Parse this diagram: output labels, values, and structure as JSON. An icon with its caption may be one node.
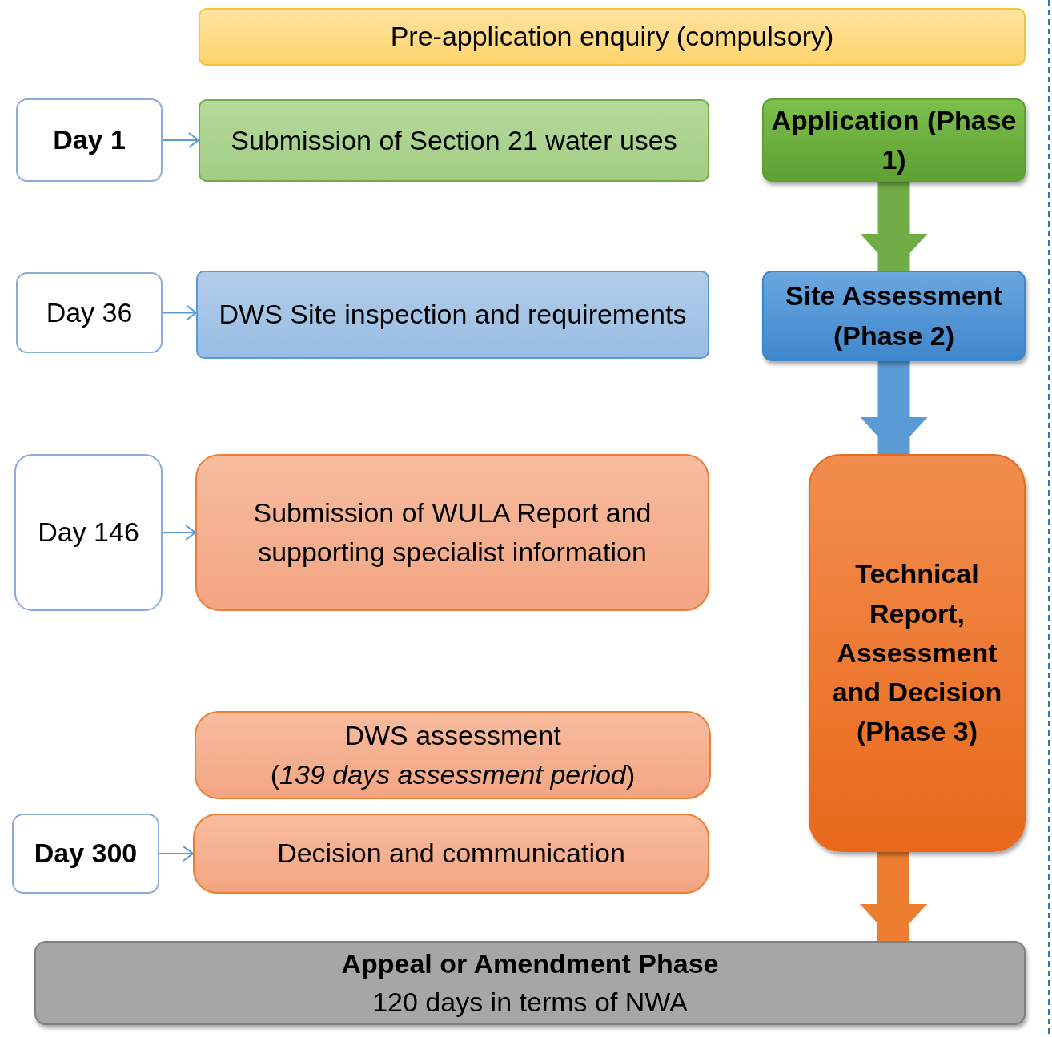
{
  "diagram": {
    "nodes": [
      {
        "text": [
          "Pre-application enquiry (compulsory)"
        ]
      },
      {
        "text": [
          "Day 1"
        ]
      },
      {
        "text": [
          "Submission of Section 21 water uses"
        ]
      },
      {
        "text": [
          "Application (Phase 1)"
        ]
      },
      {
        "text": [
          "Day 36"
        ]
      },
      {
        "text": [
          "DWS Site inspection and requirements"
        ]
      },
      {
        "text": [
          "Site Assessment (Phase 2)"
        ]
      },
      {
        "text": [
          "Day 146"
        ]
      },
      {
        "text": [
          "Submission of WULA Report and supporting specialist information"
        ]
      },
      {
        "text": [
          "Technical Report, Assessment and Decision (Phase 3)"
        ]
      },
      {
        "text": [
          "DWS assessment",
          "(*139 days assessment period*)"
        ]
      },
      {
        "text": [
          "Day 300"
        ]
      },
      {
        "text": [
          "Decision and communication"
        ]
      },
      {
        "text": [
          "Appeal or Amendment Phase",
          "120 days in terms of NWA"
        ]
      }
    ],
    "edges": [
      {
        "from": 1,
        "to": 2,
        "arrow": "to"
      },
      {
        "from": 4,
        "to": 5,
        "arrow": "to"
      },
      {
        "from": 7,
        "to": 8,
        "arrow": "to"
      },
      {
        "from": 11,
        "to": 12,
        "arrow": "to"
      },
      {
        "from": 3,
        "to": 6,
        "arrow": "to",
        "style": "thick",
        "color": "#70ad47"
      },
      {
        "from": 6,
        "to": 9,
        "arrow": "to",
        "style": "thick",
        "color": "#5b9bd5"
      },
      {
        "from": 9,
        "to": 13,
        "arrow": "to",
        "style": "thick",
        "color": "#ed7d31"
      }
    ]
  }
}
